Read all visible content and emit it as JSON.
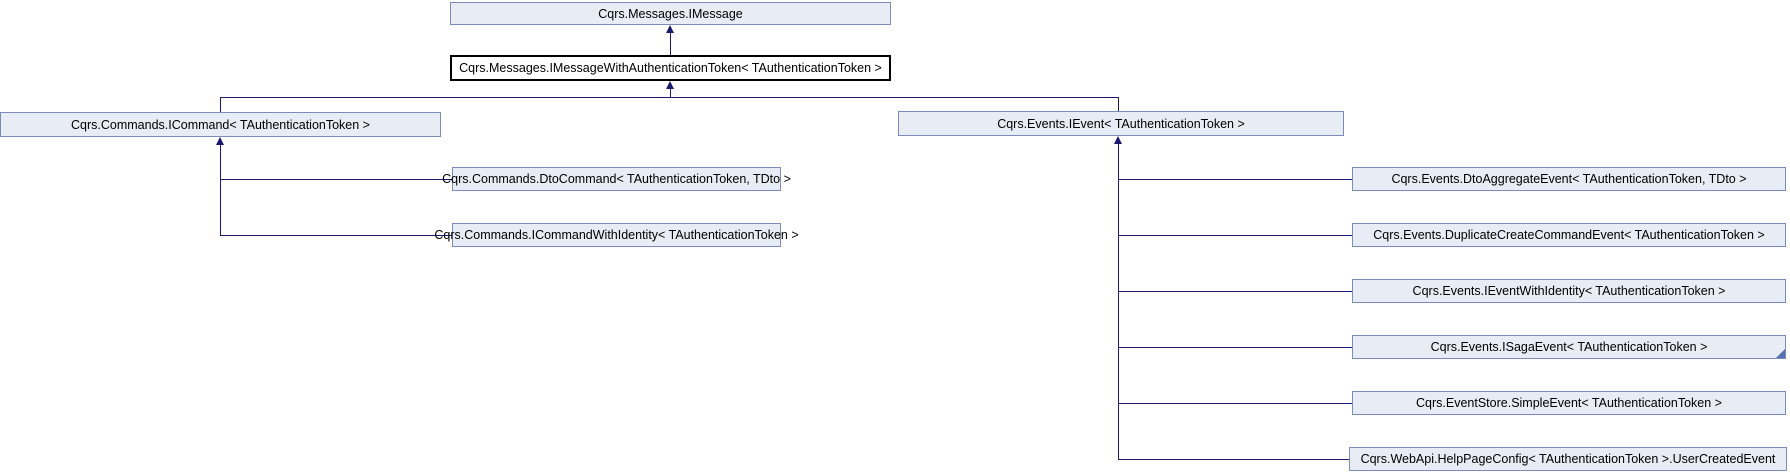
{
  "diagram": {
    "type": "class-inheritance-graph",
    "nodes": {
      "imessage": "Cqrs.Messages.IMessage",
      "imessage_with_auth": "Cqrs.Messages.IMessageWithAuthenticationToken< TAuthenticationToken >",
      "icommand": "Cqrs.Commands.ICommand< TAuthenticationToken >",
      "ievent": "Cqrs.Events.IEvent< TAuthenticationToken >",
      "dto_command": "Cqrs.Commands.DtoCommand< TAuthenticationToken, TDto >",
      "icommand_with_identity": "Cqrs.Commands.ICommandWithIdentity< TAuthenticationToken >",
      "dto_aggregate_event": "Cqrs.Events.DtoAggregateEvent< TAuthenticationToken, TDto >",
      "duplicate_create_command_event": "Cqrs.Events.DuplicateCreateCommandEvent< TAuthenticationToken >",
      "ievent_with_identity": "Cqrs.Events.IEventWithIdentity< TAuthenticationToken >",
      "isaga_event": "Cqrs.Events.ISagaEvent< TAuthenticationToken >",
      "simple_event": "Cqrs.EventStore.SimpleEvent< TAuthenticationToken >",
      "user_created_event": "Cqrs.WebApi.HelpPageConfig< TAuthenticationToken >.UserCreatedEvent"
    },
    "colors": {
      "node_fill": "#e8edf5",
      "node_border": "#7b8cba",
      "current_node_fill": "#ffffff",
      "current_node_border": "#000000",
      "edge": "#191970",
      "fold_marker": "#5572b0",
      "text": "#000000"
    }
  }
}
